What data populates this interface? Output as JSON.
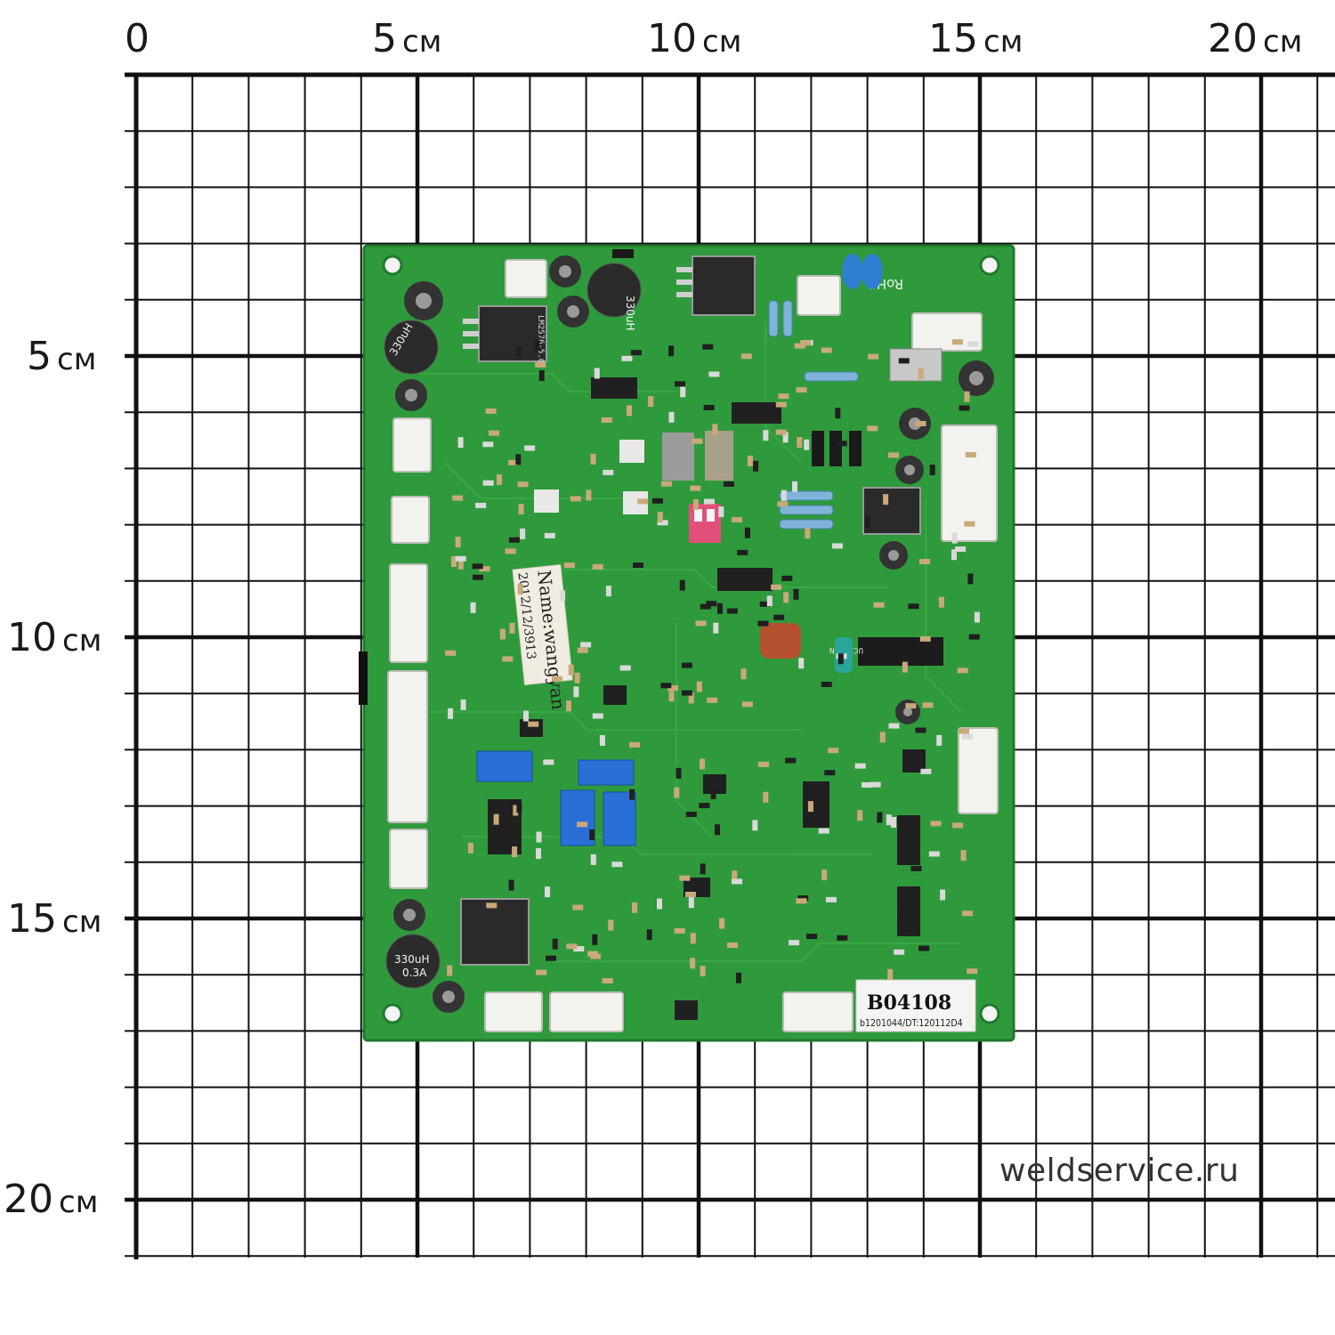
{
  "ruler": {
    "zero_label": "0",
    "unit": "см",
    "top_numbers": [
      "5",
      "10",
      "15",
      "20"
    ],
    "left_numbers": [
      "5",
      "10",
      "15",
      "20"
    ]
  },
  "board": {
    "board_code": "B04108",
    "batch_code": "b1201044/DT:120112D4",
    "sticker_line1": "Name:wangyan",
    "sticker_line2": "2012/12/3913",
    "rohs": "RoHS",
    "inductor_text_1": "330uH",
    "inductor_text_2": "0.3A",
    "ic_text": "LM2576-5.0",
    "chip_text": "UC3846N"
  },
  "watermark": "weldservice.ru",
  "colors": {
    "grid_line": "#111111",
    "pcb_green": "#2f9a3c",
    "pcb_dark": "#1f7a2c",
    "label_white": "#f4f4f4",
    "capacitor_black": "#2b2b2b",
    "blue_trimmer": "#2a6fd6",
    "red_capacitor": "#b5502e",
    "dip_switch_pink": "#e0507a"
  }
}
